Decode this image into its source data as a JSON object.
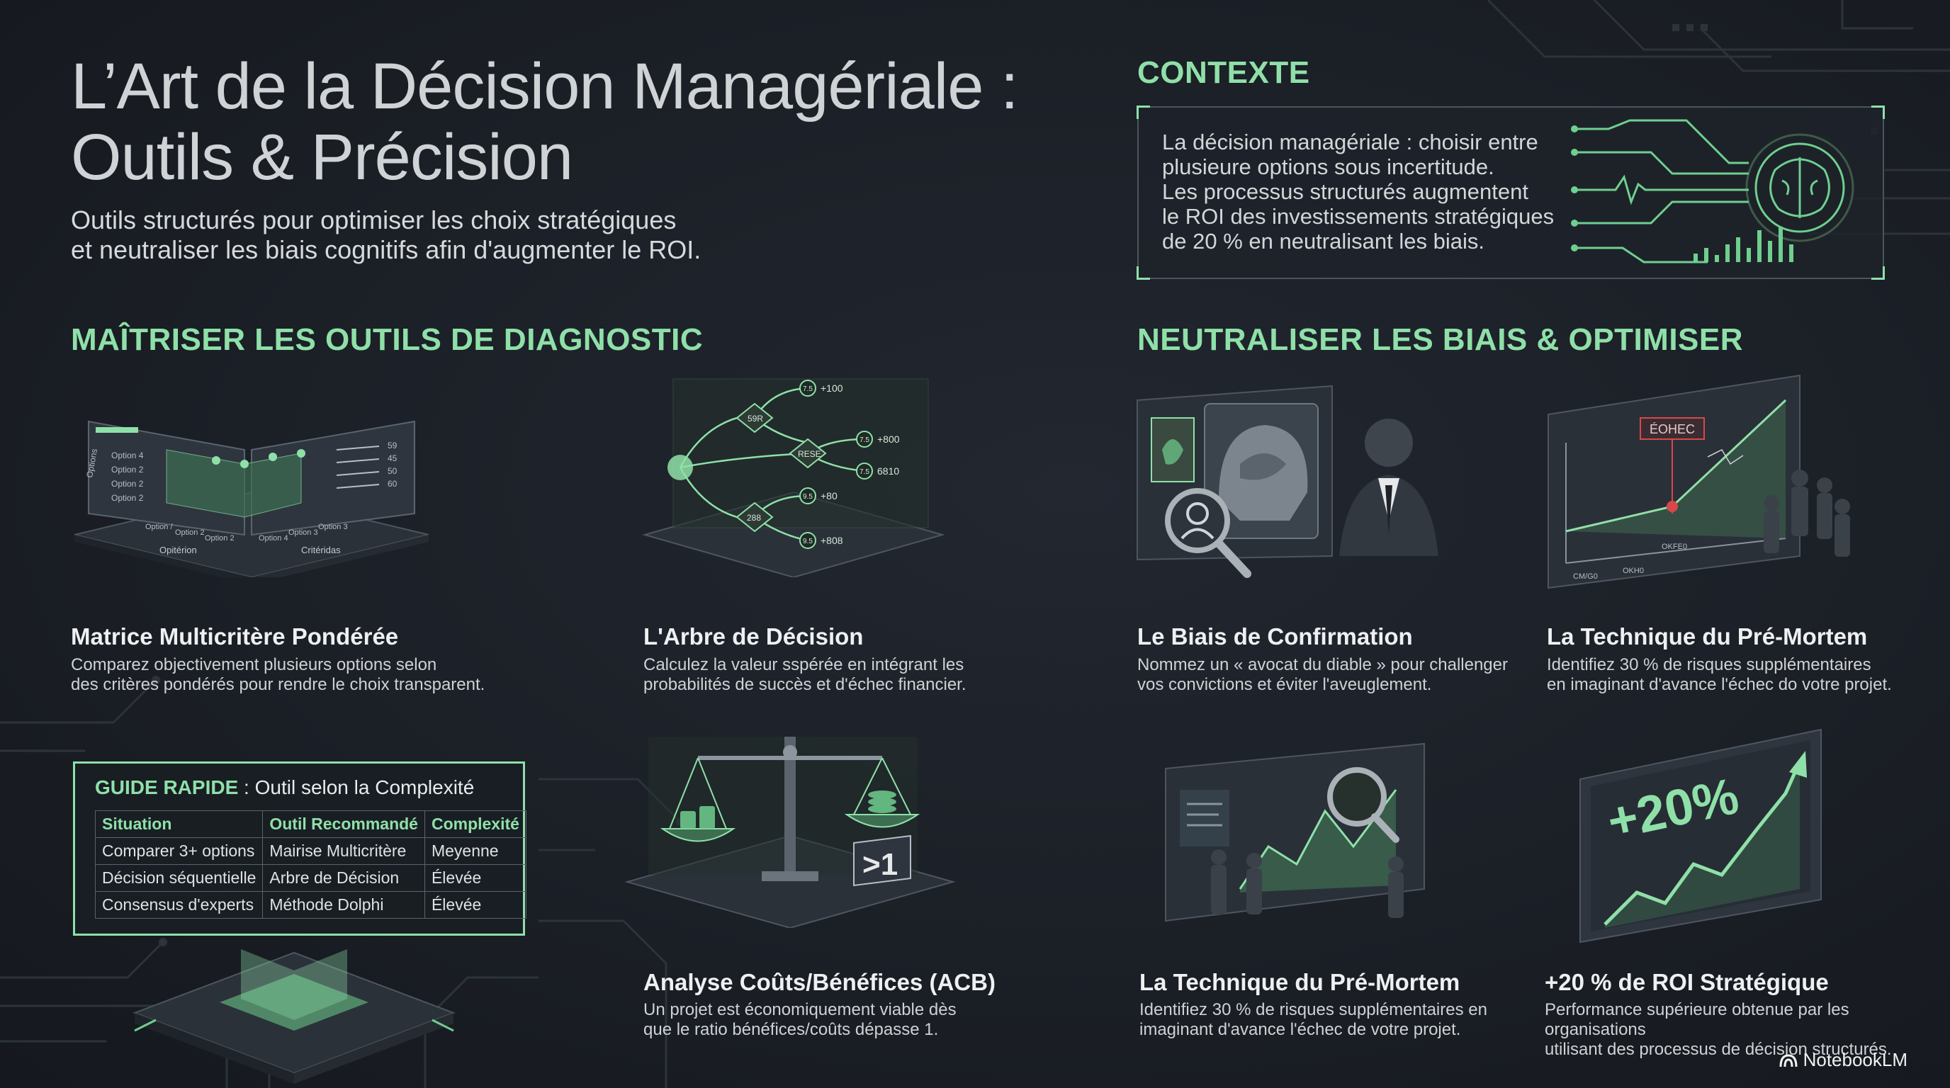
{
  "title": {
    "line1": "L’Art de la Décision Managériale :",
    "line2": "Outils & Précision",
    "subtitle_line1": "Outils structurés pour optimiser les choix stratégiques",
    "subtitle_line2": "et neutraliser les biais cognitifs afin d'augmenter le ROI."
  },
  "context": {
    "heading": "CONTEXTE",
    "lines": [
      "La décision managériale : choisir entre",
      "plusieure options sous incertitude.",
      "Les processus structurés augmentent",
      "le ROI des investissements stratégiques",
      "de 20 % en neutralisant les biais."
    ]
  },
  "sections": {
    "left": "MAÎTRISER LES OUTILS DE DIAGNOSTIC",
    "right": "NEUTRALISER LES BIAIS & OPTIMISER"
  },
  "cards": [
    {
      "title": "Matrice Multicritère Pondérée",
      "desc1": "Comparez objectivement plusieurs options selon",
      "desc2": "des critères pondérés pour rendre le choix transparent."
    },
    {
      "title": "L'Arbre de Décision",
      "desc1": "Calculez la valeur sspérée en intégrant les",
      "desc2": "probabilités de succès et d'échec financier."
    },
    {
      "title": "Le Biais de Confirmation",
      "desc1": "Nommez un « avocat du diable » pour challenger",
      "desc2": "vos convictions et éviter l'aveuglement."
    },
    {
      "title": "La Technique du Pré-Mortem",
      "desc1": "Identifiez 30 % de risques supplémentaires",
      "desc2": "en imaginant d'avance l'échec do votre projet."
    },
    {
      "title": "Analyse Coûts/Bénéfices (ACB)",
      "desc1": "Un projet est économiquement viable dès",
      "desc2": "que le ratio bénéfices/coûts dépasse 1."
    },
    {
      "title": "La Technique du Pré-Mortem",
      "desc1": "Identifiez 30 % de risques supplémentaires en",
      "desc2": "imaginant d'avance l'échec de votre projet."
    },
    {
      "title": "+20 % de ROI Stratégique",
      "desc1": "Performance supérieure obtenue par les organisations",
      "desc2": "utilisant des processus de décision structurés."
    }
  ],
  "guide": {
    "title_accent": "GUIDE RAPIDE",
    "title_rest": " : Outil selon la Complexité",
    "headers": [
      "Situation",
      "Outil Recommandé",
      "Complexité"
    ],
    "rows": [
      [
        "Comparer 3+ options",
        "Mairise Multicritère",
        "Meyenne"
      ],
      [
        "Décision séquentielle",
        "Arbre de Décision",
        "Élevée"
      ],
      [
        "Consensus d'experts",
        "Méthode Dolphi",
        "Élevée"
      ]
    ]
  },
  "illustrations": {
    "matrix_side_label": "Options",
    "matrix_options": [
      "Option 4",
      "Option 2",
      "Option 2",
      "Option 2"
    ],
    "matrix_axis_left": [
      "Option /",
      "Option 2",
      "Option 2"
    ],
    "matrix_axis_right": [
      "Option 4",
      "Option 3",
      "Option 3"
    ],
    "matrix_axis_labels": [
      "Opitérion",
      "Critéridas"
    ],
    "matrix_values": [
      "59",
      "45",
      "50",
      "60"
    ],
    "tree_nodes": [
      "59R",
      "288",
      "RESE"
    ],
    "tree_leaves": [
      "+100",
      "+800",
      "6810",
      "+80",
      "+808"
    ],
    "tree_markers": [
      "7.5",
      "7.5",
      "7.5",
      "9.5",
      "9.5"
    ],
    "ratio_label": ">1",
    "premortem_banner": "ÉOHEC",
    "premortem_ticks": [
      "CM/G0",
      "OKH0",
      "OKFE0"
    ],
    "roi_value": "+20%",
    "brand": "NotebookLM"
  }
}
